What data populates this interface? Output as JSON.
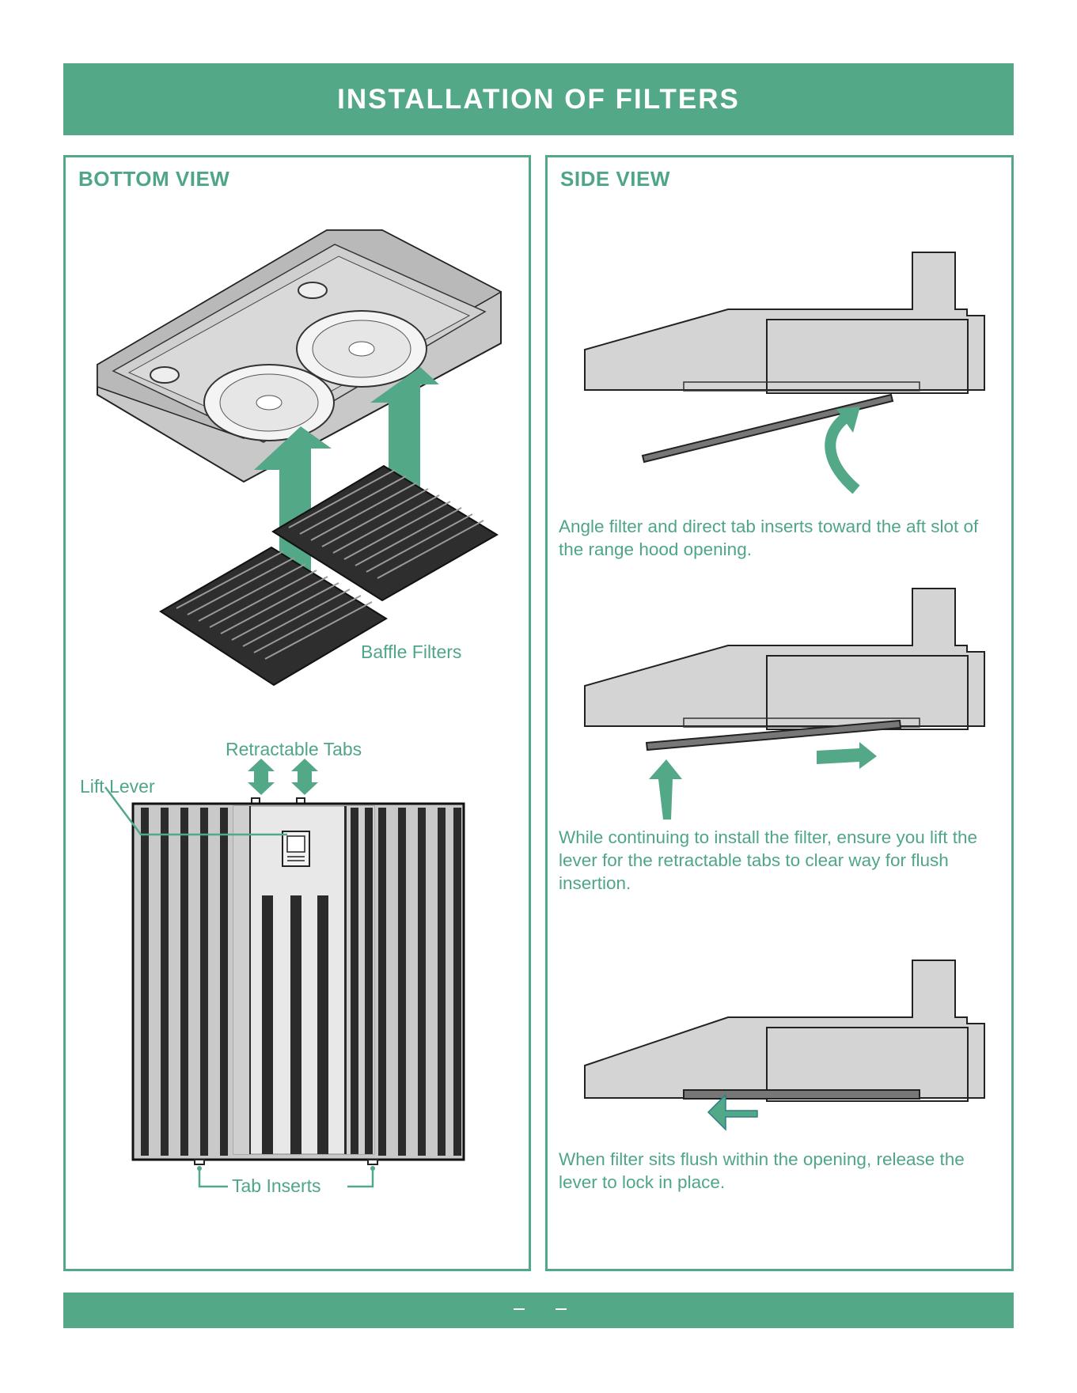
{
  "header": {
    "title": "INSTALLATION OF FILTERS"
  },
  "bottom_view": {
    "title": "BOTTOM VIEW",
    "labels": {
      "baffle_filters": "Baffle Filters",
      "retractable_tabs": "Retractable Tabs",
      "lift_lever": "Lift Lever",
      "tab_inserts": "Tab Inserts"
    }
  },
  "side_view": {
    "title": "SIDE VIEW",
    "steps": [
      {
        "text": "Angle filter and direct tab inserts toward the aft slot of the range hood opening."
      },
      {
        "text": "While continuing to install the filter, ensure you lift the lever for the retractable tabs to clear way for flush insertion."
      },
      {
        "text": "When filter sits flush within the opening, release the lever to lock in place."
      }
    ]
  },
  "colors": {
    "brand_green": "#53a887",
    "text_green": "#4fa58a",
    "hood_gray": "#d4d4d4",
    "filter_dark": "#2e2e2e"
  }
}
